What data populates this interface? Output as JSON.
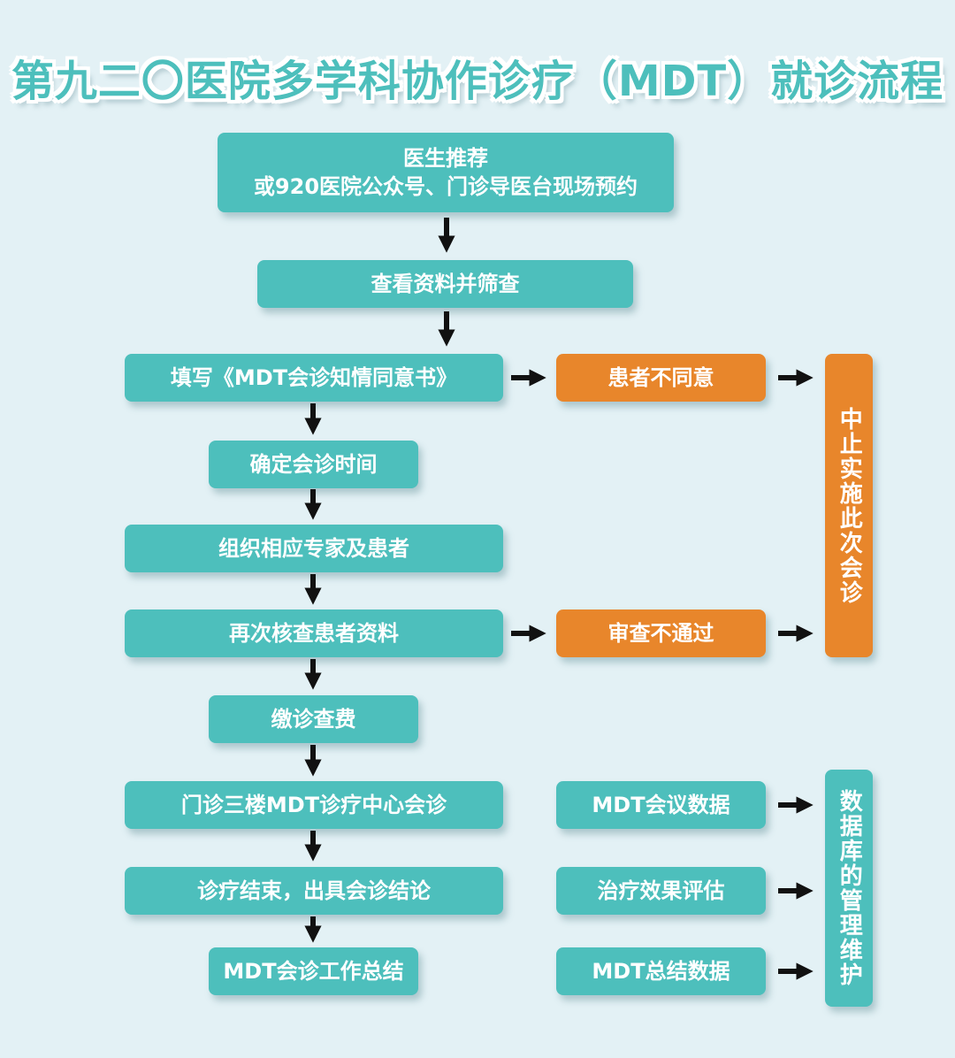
{
  "title": "第九二〇医院多学科协作诊疗（MDT）就诊流程",
  "steps": {
    "recommend_line1": "医生推荐",
    "recommend_line2": "或920医院公众号、门诊导医台现场预约",
    "screen": "查看资料并筛查",
    "consent": "填写《MDT会诊知情同意书》",
    "schedule": "确定会诊时间",
    "organize": "组织相应专家及患者",
    "recheck": "再次核查患者资料",
    "pay": "缴诊查费",
    "consult": "门诊三楼MDT诊疗中心会诊",
    "conclude": "诊疗结束，出具会诊结论",
    "summary": "MDT会诊工作总结"
  },
  "branches": {
    "disagree": "患者不同意",
    "fail_review": "审查不通过",
    "terminate": "中止实施此次会诊"
  },
  "database": {
    "meeting_data": "MDT会议数据",
    "effect_eval": "治疗效果评估",
    "summary_data": "MDT总结数据",
    "maintenance": "数据库的管理维护"
  },
  "colors": {
    "background": "#e3f1f5",
    "teal": "#4dbfbc",
    "orange": "#e8862b",
    "arrow": "#111111"
  }
}
